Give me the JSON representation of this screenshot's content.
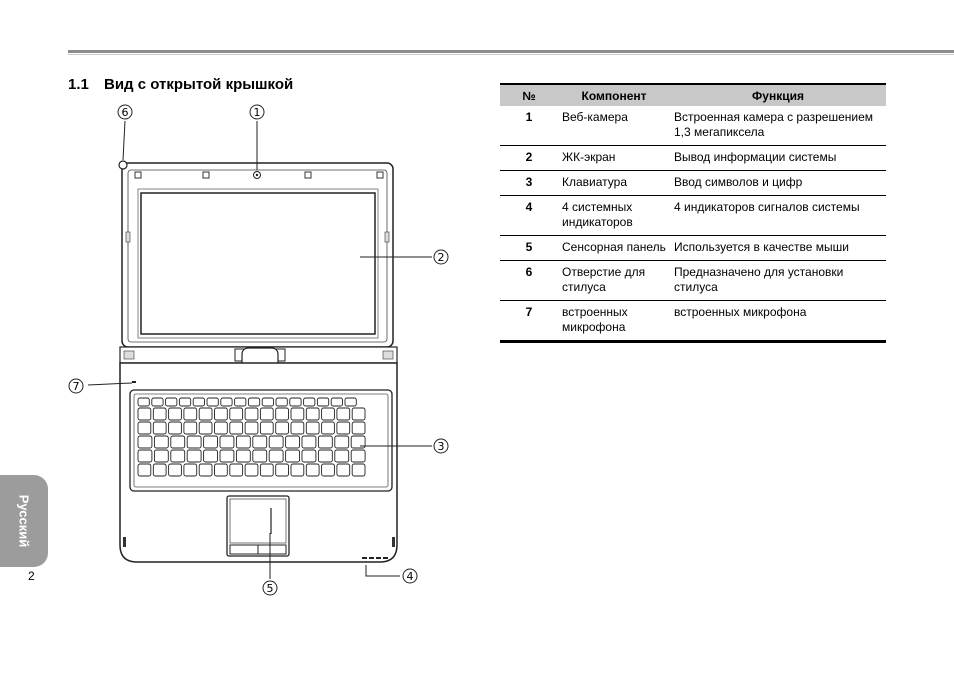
{
  "section": {
    "number": "1.1",
    "title": "Вид с открытой крышкой"
  },
  "callouts": [
    "1",
    "2",
    "3",
    "4",
    "5",
    "6",
    "7"
  ],
  "table": {
    "headers": [
      "№",
      "Компонент",
      "Функция"
    ],
    "rows": [
      {
        "n": "1",
        "component": "Веб-камера",
        "function": "Встроенная камера с разрешением 1,3 мегапикселa"
      },
      {
        "n": "2",
        "component": "ЖК-экран",
        "function": "Вывод информации системы"
      },
      {
        "n": "3",
        "component": "Клавиатура",
        "function": "Ввод символов и цифр"
      },
      {
        "n": "4",
        "component": "4 системных индикаторов",
        "function": "4 индикаторов сигналов системы"
      },
      {
        "n": "5",
        "component": "Сенсорная панель",
        "function": "Используется в качестве мыши"
      },
      {
        "n": "6",
        "component": "Отверстие для стилуса",
        "function": "Предназначено для установки стилуса"
      },
      {
        "n": "7",
        "component": "встроенных микрофона",
        "function": "встроенных микрофона"
      }
    ]
  },
  "side_tab": {
    "label": "Русский"
  },
  "page_number": "2"
}
